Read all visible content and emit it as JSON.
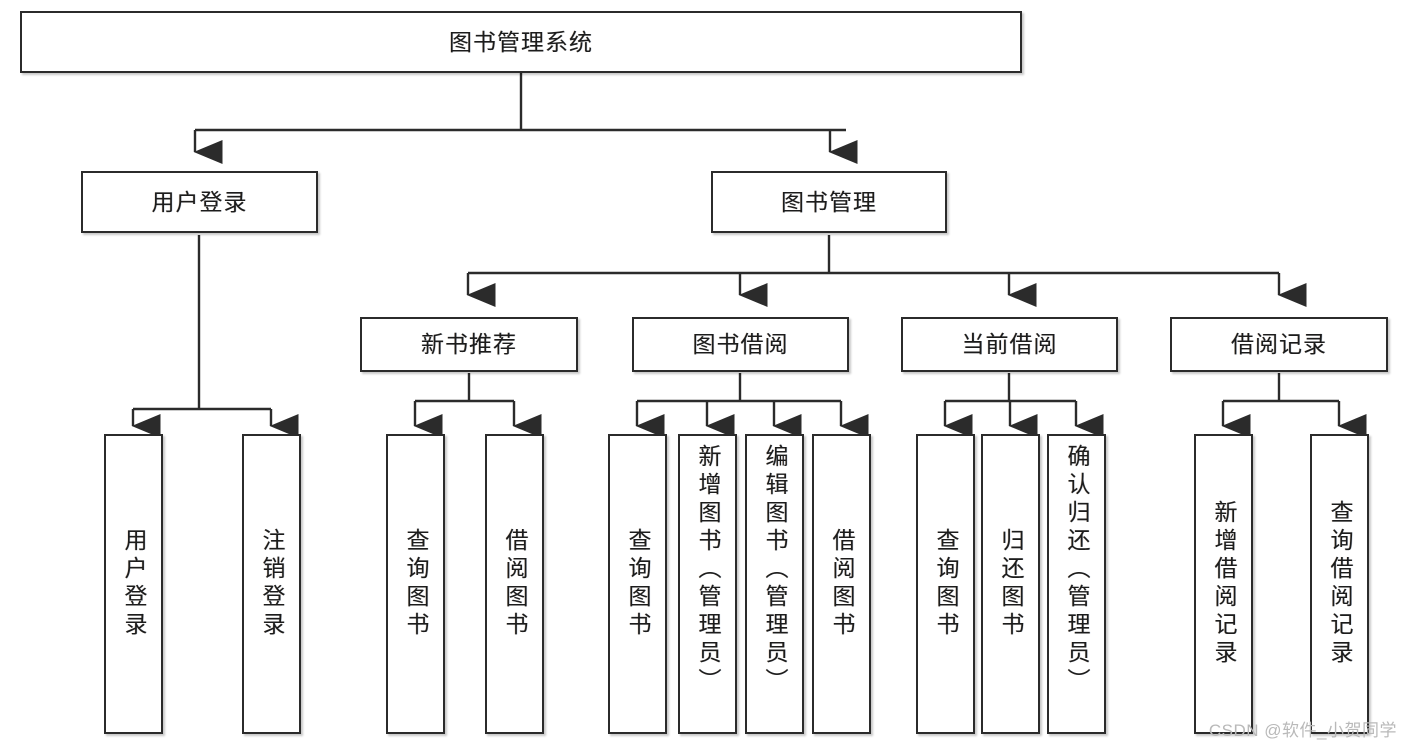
{
  "diagram": {
    "title": "图书管理系统",
    "type": "tree-hierarchy-diagram",
    "watermark": "CSDN @软件_小贺同学",
    "root": {
      "label": "图书管理系统"
    },
    "level2": [
      {
        "label": "用户登录"
      },
      {
        "label": "图书管理"
      }
    ],
    "level3": [
      {
        "label": "新书推荐"
      },
      {
        "label": "图书借阅"
      },
      {
        "label": "当前借阅"
      },
      {
        "label": "借阅记录"
      }
    ],
    "leaves": {
      "user_login": [
        {
          "label": "用户登录"
        },
        {
          "label": "注销登录"
        }
      ],
      "new_book_recommend": [
        {
          "label": "查询图书"
        },
        {
          "label": "借阅图书"
        }
      ],
      "book_borrow": [
        {
          "label": "查询图书"
        },
        {
          "label": "新增图书（管理员）"
        },
        {
          "label": "编辑图书（管理员）"
        },
        {
          "label": "借阅图书"
        }
      ],
      "current_borrow": [
        {
          "label": "查询图书"
        },
        {
          "label": "归还图书"
        },
        {
          "label": "确认归还（管理员）"
        }
      ],
      "borrow_record": [
        {
          "label": "新增借阅记录"
        },
        {
          "label": "查询借阅记录"
        }
      ]
    },
    "colors": {
      "stroke": "#2b2b2b",
      "fill": "#ffffff",
      "text": "#1c1c1c",
      "watermark": "#b9b9b9"
    }
  }
}
